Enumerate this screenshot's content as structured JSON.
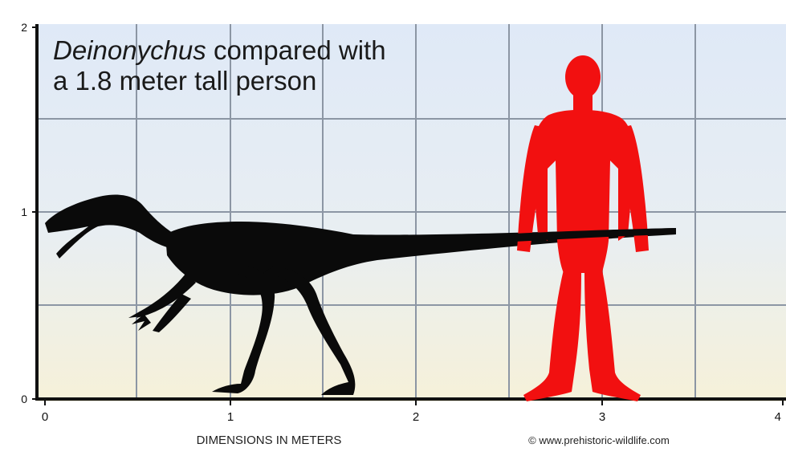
{
  "title": {
    "species": "Deinonychus",
    "rest_line1": " compared with",
    "line2": "a 1.8 meter tall person"
  },
  "axis": {
    "y_ticks": [
      "0",
      "1",
      "2"
    ],
    "x_ticks": [
      "0",
      "1",
      "2",
      "3",
      "4"
    ],
    "xlabel": "DIMENSIONS IN METERS"
  },
  "credit": "© www.prehistoric-wildlife.com",
  "colors": {
    "sky_top": "#dfe9f7",
    "sky_bottom": "#f6f1d9",
    "grid": "#8c96a4",
    "axis": "#111111",
    "dinosaur": "#0a0a0a",
    "person": "#f21010"
  },
  "figures": [
    {
      "name": "Deinonychus",
      "icon": "dinosaur-silhouette"
    },
    {
      "name": "person",
      "height_m": 1.8,
      "icon": "human-silhouette"
    }
  ]
}
